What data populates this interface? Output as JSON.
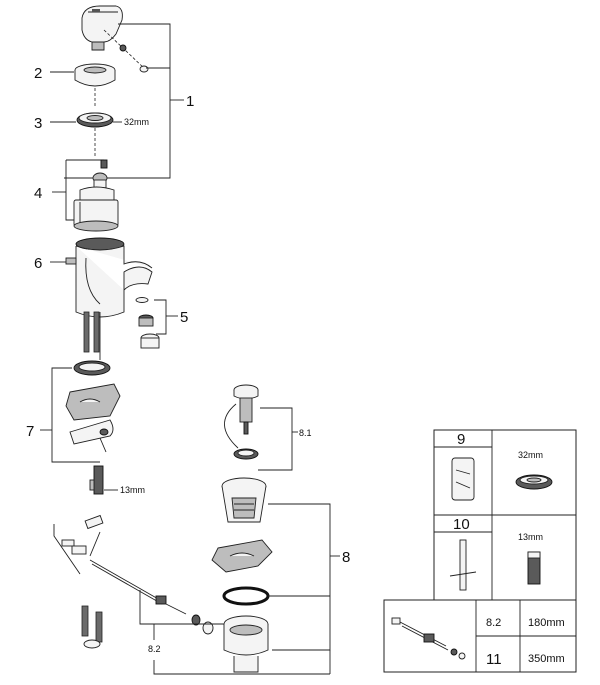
{
  "callouts": {
    "c1": "1",
    "c2": "2",
    "c3": "3",
    "c4": "4",
    "c5": "5",
    "c6": "6",
    "c7": "7",
    "c8": "8",
    "c8_1": "8.1",
    "c8_2": "8.2"
  },
  "dimensions": {
    "ring_32": "32mm",
    "nut_13": "13mm"
  },
  "spares_table": {
    "row9": {
      "num": "9",
      "dim": "32mm"
    },
    "row10": {
      "num": "10",
      "dim": "13mm"
    }
  },
  "rod_table": {
    "rows": [
      {
        "num": "8.2",
        "len": "180mm"
      },
      {
        "num": "11",
        "len": "350mm"
      }
    ]
  },
  "colors": {
    "line": "#222222",
    "light": "#f4f4f4",
    "mid": "#bdbdbd",
    "dark": "#5a5a5a"
  }
}
